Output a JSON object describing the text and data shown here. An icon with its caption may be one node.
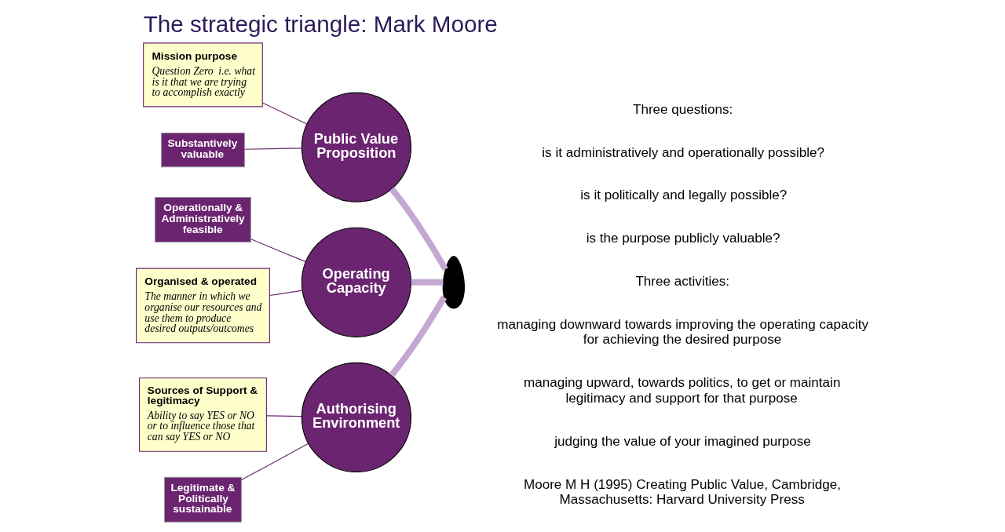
{
  "diagram": {
    "title": "The strategic triangle: Mark Moore",
    "nodes": [
      {
        "text": [
          "Authorising Environment"
        ]
      },
      {
        "text": [
          "Public Value Proposition"
        ]
      },
      {
        "text": [
          "Operating Capacity"
        ]
      },
      {
        "text": [],
        "shape": "person"
      },
      {
        "text": [
          "Sources of Support & legitimacy",
          "Ability to say YES or NO or to influence those that can say YES or NO"
        ]
      },
      {
        "text": [
          "Legitimate & Politically sustainable"
        ]
      },
      {
        "text": [
          "Mission purpose",
          "Question Zero  i.e. what is it that we are trying to accomplish exactly"
        ]
      },
      {
        "text": [
          "Substantively valuable"
        ]
      },
      {
        "text": [
          "Operationally & Administratively feasible"
        ]
      },
      {
        "text": [
          "Organised & operated",
          "The manner in which we organise our resources and use them to produce desired outputs/outcomes"
        ]
      }
    ],
    "edges": [
      {
        "from": 0,
        "to": 3,
        "arrow": "none",
        "style": "thick",
        "color": "#c5a8d2"
      },
      {
        "from": 1,
        "to": 3,
        "arrow": "none",
        "style": "thick",
        "color": "#c5a8d2"
      },
      {
        "from": 2,
        "to": 3,
        "arrow": "none",
        "style": "thick",
        "color": "#c5a8d2"
      },
      {
        "from": 4,
        "to": 0,
        "arrow": "none"
      },
      {
        "from": 5,
        "to": 0,
        "arrow": "none"
      },
      {
        "from": 6,
        "to": 1,
        "arrow": "none"
      },
      {
        "from": 7,
        "to": 1,
        "arrow": "none"
      },
      {
        "from": 8,
        "to": 2,
        "arrow": "none"
      },
      {
        "from": 9,
        "to": 2,
        "arrow": "none"
      }
    ],
    "labels": [
      "Three questions:",
      "is it administratively and operationally possible?",
      "is it politically and legally possible?",
      "is the purpose publicly valuable?",
      "Three activities:",
      "managing downward towards improving the operating capacity for achieving the desired purpose",
      "managing upward, towards politics, to get or maintain legitimacy and support for that purpose",
      "judging the value of your imagined purpose",
      "Moore M H (1995) Creating Public Value, Cambridge, Massachusetts: Harvard University Press"
    ]
  }
}
